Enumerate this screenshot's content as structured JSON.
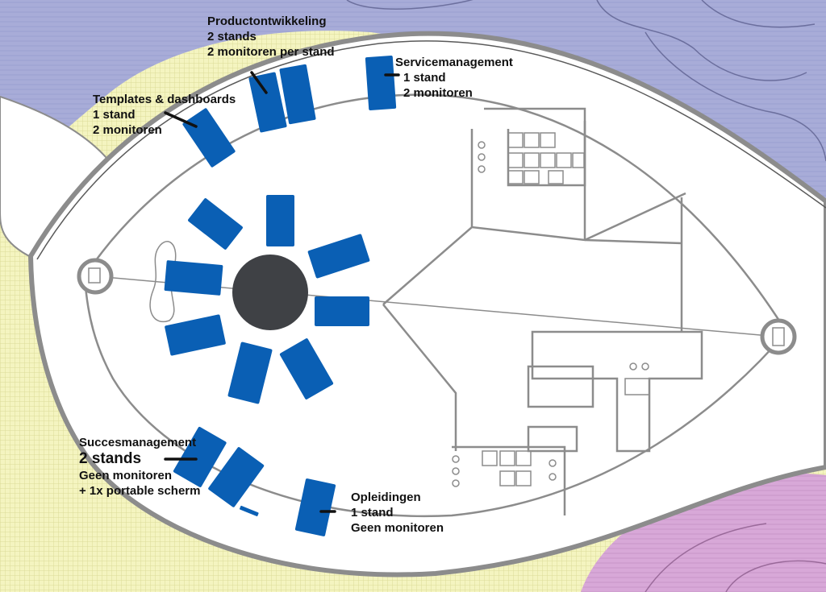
{
  "colors": {
    "stand": "#0a5fb4",
    "hub": "#3f4145",
    "wall": "#8c8c8c",
    "area_purple": "#a6abd6",
    "area_yellow": "#f2f2b8",
    "area_pink": "#d7a6d6"
  },
  "labels": {
    "productontwikkeling": {
      "title": "Productontwikkeling",
      "line1": "2 stands",
      "line2": "2 monitoren per stand"
    },
    "servicemanagement": {
      "title": "Servicemanagement",
      "line1": "1 stand",
      "line2": "2 monitoren"
    },
    "templates": {
      "title": "Templates & dashboards",
      "line1": "1 stand",
      "line2": "2 monitoren"
    },
    "succesmanagement": {
      "title": "Succesmanagement",
      "line1": "2 stands",
      "line2": "Geen monitoren",
      "line3": "+ 1x portable scherm"
    },
    "opleidingen": {
      "title": "Opleidingen",
      "line1": "1 stand",
      "line2": "Geen monitoren"
    }
  }
}
